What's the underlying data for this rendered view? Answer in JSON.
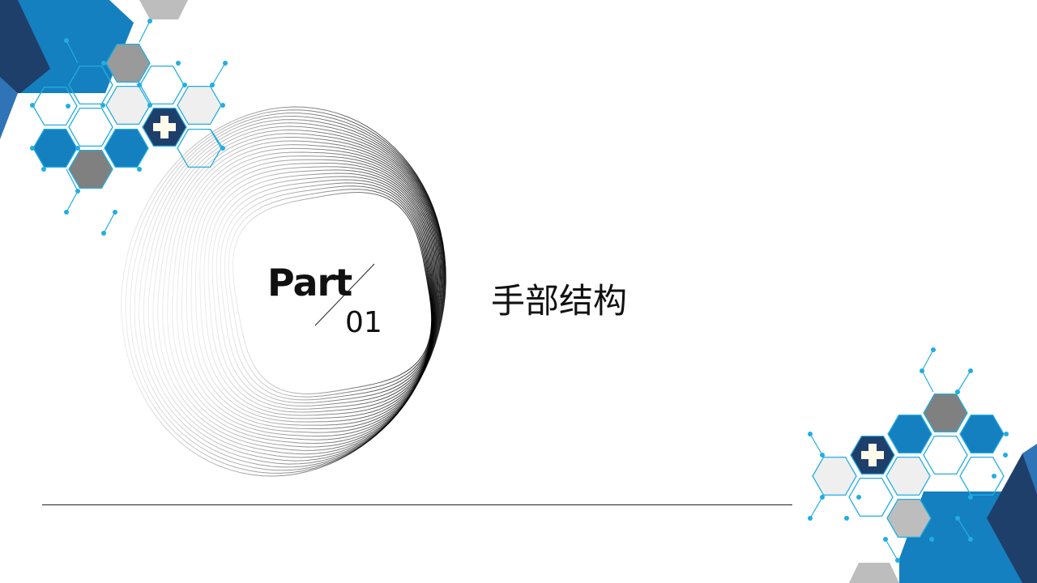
{
  "slide": {
    "part_label": "Part",
    "part_number": "01",
    "title": "手部结构"
  },
  "colors": {
    "blue": "#1580bf",
    "navy": "#1f3f6b",
    "gray": "#808080",
    "light_gray": "#efefef",
    "cyan": "#22aee0",
    "mid_blue": "#2f74b6"
  },
  "icons": [
    "medical-cross-icon",
    "medical-cross-icon"
  ]
}
